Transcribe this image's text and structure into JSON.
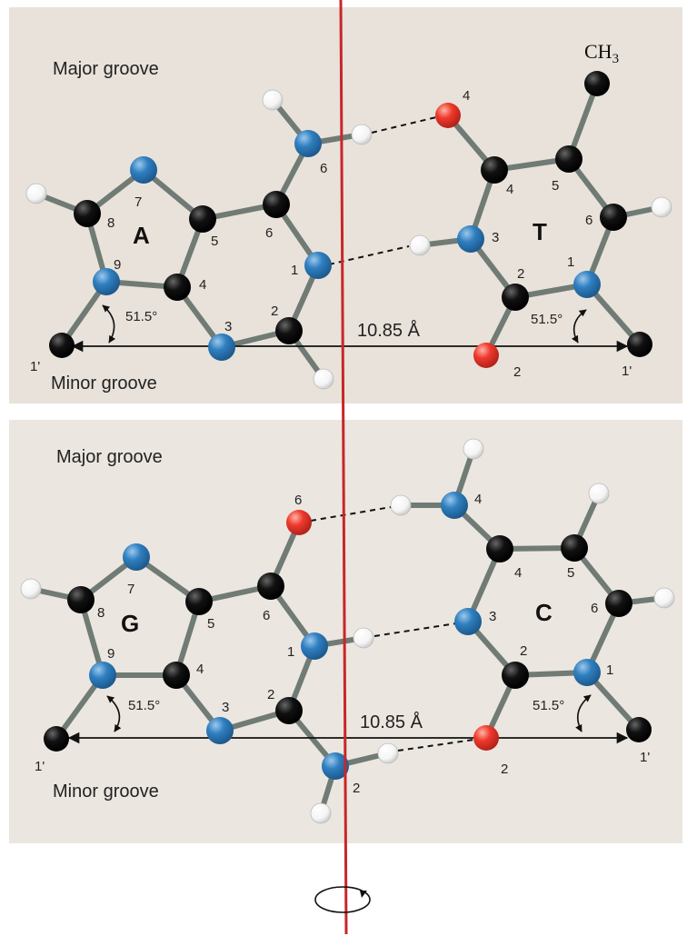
{
  "colors": {
    "panel": "#e8e2da",
    "bond": "#6f7b74",
    "carbon": "#0b0b0b",
    "nitrogen": "#2f7fc0",
    "oxygen": "#ee3a2c",
    "hydrogen": "#ffffff",
    "axis": "#c8262a"
  },
  "icons": {
    "rotation": "rotation-arrow-icon"
  },
  "at_pair": {
    "major_groove": "Major groove",
    "minor_groove": "Minor groove",
    "purine_letter": "A",
    "pyrimidine_letter": "T",
    "methyl": "CH",
    "methyl_sub": "3",
    "distance": "10.85 Å",
    "angle_left": "51.5°",
    "angle_right": "51.5°",
    "sugar_left": "1'",
    "sugar_right": "1'",
    "purine_numbers": [
      "1",
      "2",
      "3",
      "4",
      "5",
      "6",
      "7",
      "8",
      "9"
    ],
    "purine_substituent": "6",
    "pyrimidine_numbers": [
      "1",
      "2",
      "3",
      "4",
      "5",
      "6"
    ],
    "pyrimidine_substituents": [
      "4",
      "2"
    ]
  },
  "gc_pair": {
    "major_groove": "Major groove",
    "minor_groove": "Minor groove",
    "purine_letter": "G",
    "pyrimidine_letter": "C",
    "distance": "10.85 Å",
    "angle_left": "51.5°",
    "angle_right": "51.5°",
    "sugar_left": "1'",
    "sugar_right": "1'",
    "purine_numbers": [
      "1",
      "2",
      "3",
      "4",
      "5",
      "6",
      "7",
      "8",
      "9"
    ],
    "purine_substituents": [
      "6",
      "2"
    ],
    "pyrimidine_numbers": [
      "1",
      "2",
      "3",
      "4",
      "5",
      "6"
    ],
    "pyrimidine_substituents": [
      "4",
      "2"
    ]
  }
}
